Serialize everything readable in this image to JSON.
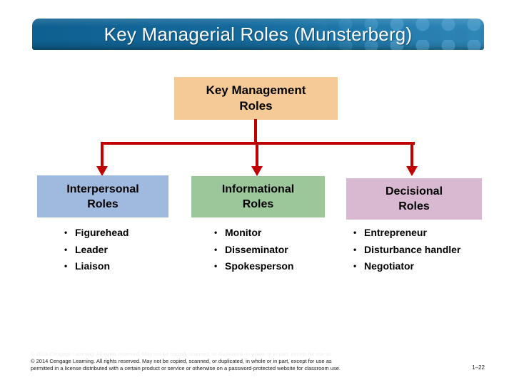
{
  "slide": {
    "title": "Key Managerial Roles (Munsterberg)",
    "page_number": "1–22",
    "footer_line1": "© 2014 Cengage Learning. All rights reserved. May not be copied, scanned, or duplicated, in whole or in part, except for use as",
    "footer_line2": "permitted in a license distributed with a certain product or service or otherwise on a password-protected website for classroom use."
  },
  "colors": {
    "titlebar_blue": "#14699B",
    "connector_red": "#C00000",
    "root_box": "#F6CA96",
    "interpersonal_box": "#A0B9DE",
    "informational_box": "#9CC79B",
    "decisional_box": "#D9B9D2"
  },
  "diagram": {
    "bullet_char": "•",
    "root": {
      "label_line1": "Key Management",
      "label_line2": "Roles",
      "color": "#F6CA96"
    },
    "branches": [
      {
        "title_line1": "Interpersonal",
        "title_line2": "Roles",
        "color": "#A0B9DE",
        "items": [
          "Figurehead",
          "Leader",
          "Liaison"
        ]
      },
      {
        "title_line1": "Informational",
        "title_line2": "Roles",
        "color": "#9CC79B",
        "items": [
          "Monitor",
          "Disseminator",
          "Spokesperson"
        ]
      },
      {
        "title_line1": "Decisional",
        "title_line2": "Roles",
        "color": "#D9B9D2",
        "items": [
          "Entrepreneur",
          "Disturbance handler",
          "Negotiator"
        ]
      }
    ]
  }
}
